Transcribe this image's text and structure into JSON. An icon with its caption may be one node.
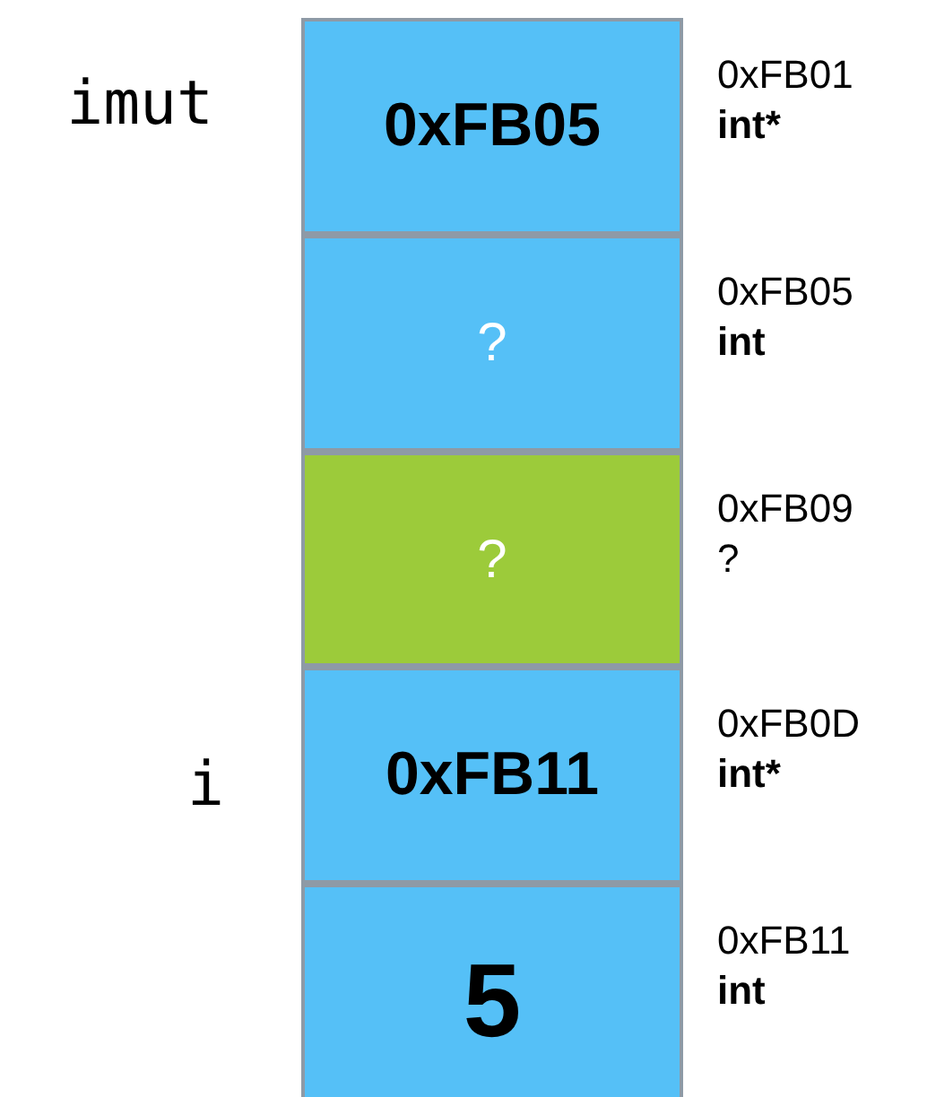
{
  "diagram": {
    "nodes": [
      {
        "text": [
          "0xFB05"
        ],
        "beside": [
          "0xFB01",
          "int*"
        ]
      },
      {
        "text": [
          "?"
        ],
        "beside": [
          "0xFB05",
          "int"
        ]
      },
      {
        "text": [
          "?"
        ],
        "beside": [
          "0xFB09",
          "?"
        ]
      },
      {
        "text": [
          "0xFB11"
        ],
        "beside": [
          "0xFB0D",
          "int*"
        ]
      },
      {
        "text": [
          "5"
        ],
        "beside": [
          "0xFB11",
          "int"
        ]
      }
    ],
    "labels": [
      "imut",
      "i"
    ]
  }
}
